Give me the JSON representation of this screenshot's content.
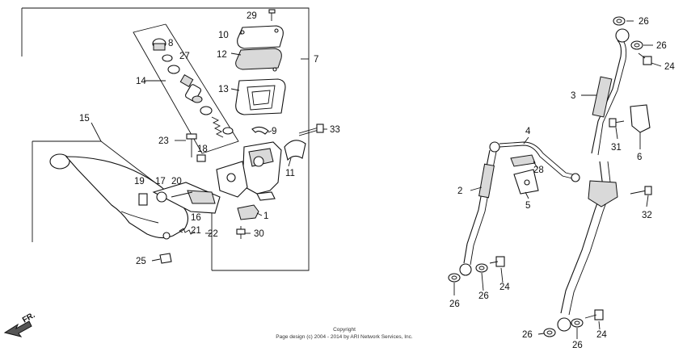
{
  "diagram": {
    "callouts": {
      "n1": "1",
      "n2": "2",
      "n3": "3",
      "n4": "4",
      "n5": "5",
      "n6": "6",
      "n7": "7",
      "n8": "8",
      "n9": "9",
      "n10": "10",
      "n11": "11",
      "n12": "12",
      "n13": "13",
      "n14": "14",
      "n15": "15",
      "n16": "16",
      "n17": "17",
      "n18": "18",
      "n19": "19",
      "n20": "20",
      "n21": "21",
      "n22": "22",
      "n23": "23",
      "n24a": "24",
      "n24b": "24",
      "n24c": "24",
      "n25": "25",
      "n26a": "26",
      "n26b": "26",
      "n26c": "26",
      "n26d": "26",
      "n26e": "26",
      "n26f": "26",
      "n27": "27",
      "n28": "28",
      "n29": "29",
      "n30": "30",
      "n31": "31",
      "n32": "32",
      "n33": "33"
    },
    "direction_label": "FR.",
    "copyright_title": "Copyright",
    "copyright_text": "Page design (c) 2004 - 2014 by ARI Network Services, Inc."
  }
}
